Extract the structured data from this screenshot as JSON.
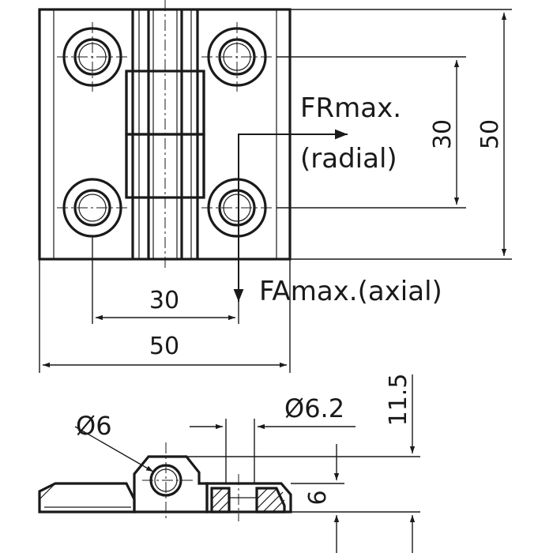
{
  "labels": {
    "fr_line1": "FRmax.",
    "fr_line2": "(radial)",
    "fa": "FAmax.(axial)",
    "dim_hole_spacing_v": "30",
    "dim_height": "50",
    "dim_hole_spacing_h": "30",
    "dim_width": "50",
    "dim_pin_dia": "Ø6",
    "dim_hole_dia": "Ø6.2",
    "dim_total_thickness": "11.5",
    "dim_leaf_thickness": "6"
  }
}
